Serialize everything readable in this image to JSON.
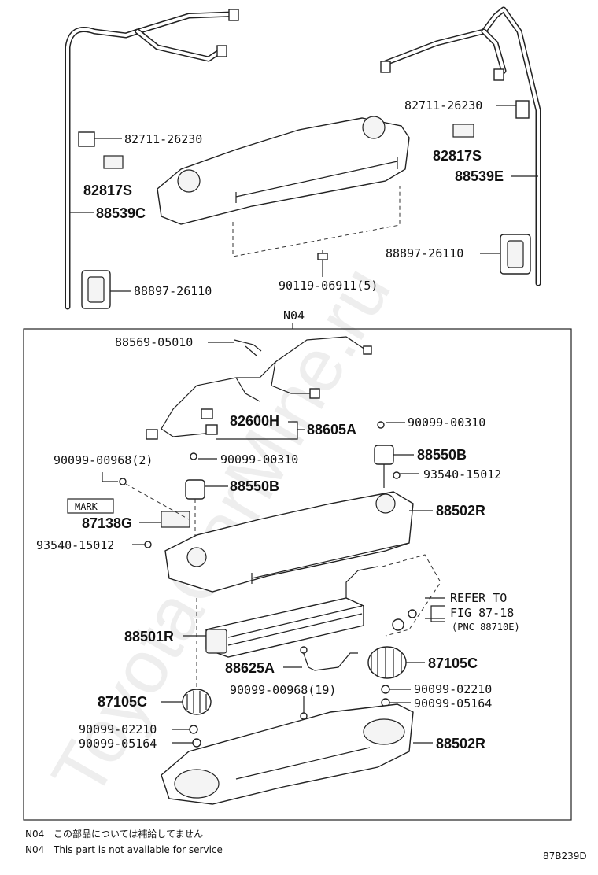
{
  "watermark": "ToyotaCarMine.ru",
  "figure_code": "87B239D",
  "group_label": "N04",
  "notes": [
    {
      "code": "N04",
      "text": "この部品については補給してません"
    },
    {
      "code": "N04",
      "text": "This part is not available for service"
    }
  ],
  "mark_label": "MARK",
  "refer": {
    "line1": "REFER TO",
    "line2": "FIG 87-18",
    "line3": "(PNC 88710E)"
  },
  "labels": {
    "clamp_left": "82711-26230",
    "pad_left": "82817S",
    "hose_left": "88539C",
    "grommet_left": "88897-26110",
    "clamp_right": "82711-26230",
    "pad_right": "82817S",
    "hose_right": "88539E",
    "grommet_right": "88897-26110",
    "bolt_top": "90119-06911(5)",
    "sensor": "88569-05010",
    "wire_h": "82600H",
    "wire_a": "88605A",
    "screw_r1": "90099-00310",
    "servo_r": "88550B",
    "screw_l_qty": "90099-00968(2)",
    "screw_l": "90099-00310",
    "servo_l": "88550B",
    "screw_r2": "93540-15012",
    "case_upper": "88502R",
    "thermistor": "87138G",
    "screw_l2": "93540-15012",
    "evaporator": "88501R",
    "harness": "88625A",
    "blower_r": "87105C",
    "screw_mid": "90099-00968(19)",
    "washer_r1": "90099-02210",
    "nut_r": "90099-05164",
    "blower_l": "87105C",
    "washer_l1": "90099-02210",
    "nut_l": "90099-05164",
    "case_lower": "88502R"
  }
}
